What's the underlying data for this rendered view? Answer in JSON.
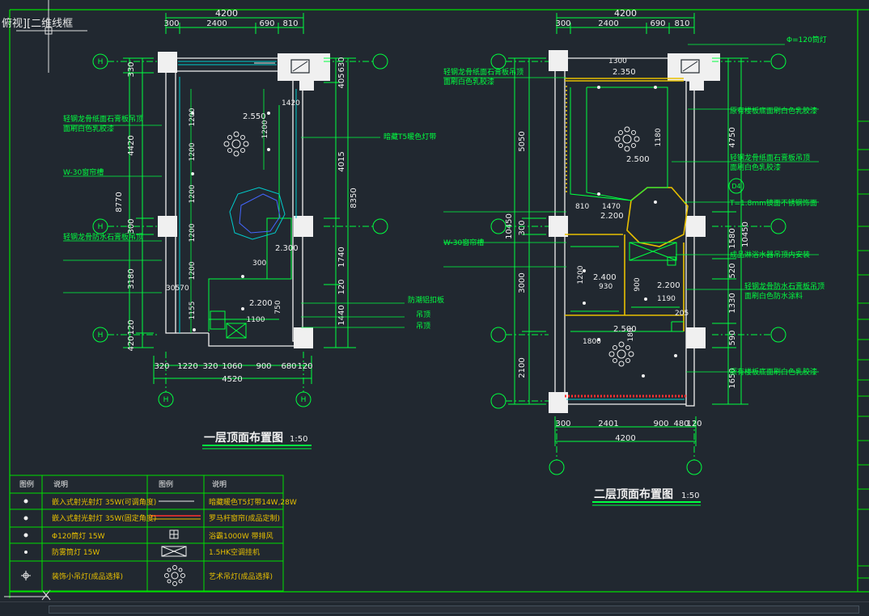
{
  "viewport": {
    "label": "俯视][二维线框"
  },
  "colors": {
    "bg": "#212830",
    "wall": "#f0f0f0",
    "green": "#00e000",
    "dim": "#00ff40",
    "cyan": "#00cccc",
    "yellow": "#e8c000",
    "red": "#ff3030",
    "text": "#f0f0f0"
  },
  "drawing": {
    "plan1": {
      "title": "一层顶面布置图",
      "scale": "1:50",
      "top_dims": [
        "4200",
        "300",
        "2400",
        "690",
        "810"
      ],
      "bottom_dims": [
        "320",
        "1220",
        "320",
        "1060",
        "900",
        "680",
        "120",
        "4520"
      ],
      "left_dims": [
        "330",
        "4420",
        "8770",
        "300",
        "3180",
        "120",
        "420"
      ],
      "right_dims": [
        "405",
        "630",
        "4015",
        "8350",
        "1740",
        "120",
        "1440"
      ],
      "inner": [
        "1200",
        "1200",
        "1200",
        "1200",
        "1200",
        "1200",
        "1155",
        "1420",
        "300",
        "30570",
        "750",
        "1100"
      ],
      "levels": [
        "2.550",
        "2.300",
        "2.200"
      ],
      "axes": [
        "H",
        "H",
        "H",
        "H",
        "H"
      ],
      "notes": [
        "轻钢龙骨纸面石膏板吊顶",
        "面刷白色乳胶漆",
        "W-30窗帘槽",
        "轻钢龙骨防水石膏板吊顶",
        "暗藏T5暖色灯带",
        "防潮铝扣板",
        "吊顶",
        "吊顶"
      ]
    },
    "plan2": {
      "title": "二层顶面布置图",
      "scale": "1:50",
      "top_dims": [
        "4200",
        "300",
        "2400",
        "690",
        "810"
      ],
      "bottom_dims": [
        "300",
        "2401",
        "900",
        "480",
        "120",
        "4200"
      ],
      "left_dims": [
        "5050",
        "10450",
        "300",
        "3000",
        "2100"
      ],
      "right_dims": [
        "4750",
        "1580",
        "10450",
        "520",
        "1330",
        "590",
        "1650"
      ],
      "inner": [
        "1300",
        "1180",
        "810",
        "1470",
        "1200",
        "930",
        "900",
        "1190",
        "1800",
        "180",
        "205"
      ],
      "levels": [
        "2.350",
        "2.500",
        "2.200",
        "2.400",
        "2.200",
        "2.500"
      ],
      "labels": [
        "Φ=120筒灯",
        "D4"
      ],
      "notes": [
        "轻钢龙骨纸面石膏板吊顶",
        "面刷白色乳胶漆",
        "原有楼板底面刷白色乳胶漆",
        "轻钢龙骨纸面石膏板吊顶",
        "面刷白色乳胶漆",
        "W-30窗帘槽",
        "T=1.8mm镜面不锈钢饰面",
        "成品淋浴水器吊顶内安装",
        "轻钢龙骨防水石膏板吊顶",
        "面刷白色防水涂料",
        "原有楼板底面刷白色乳胶漆"
      ]
    },
    "legend": {
      "headers": [
        "图例",
        "说明",
        "图例",
        "说明"
      ],
      "rows": [
        {
          "desc1": "嵌入式射光射灯 35W(可调角度)",
          "desc2": "暗藏暖色T5灯带14W,28W"
        },
        {
          "desc1": "嵌入式射光射灯 35W(固定角度)",
          "desc2": "罗马杆窗帘(成品定制)"
        },
        {
          "desc1": "Φ120筒灯 15W",
          "desc2": "浴霸1000W 带排风"
        },
        {
          "desc1": "防雾筒灯 15W",
          "desc2": "1.5HK空调挂机"
        },
        {
          "desc1": "装饰小吊灯(成品选择)",
          "desc2": "艺术吊灯(成品选择)"
        }
      ]
    }
  }
}
